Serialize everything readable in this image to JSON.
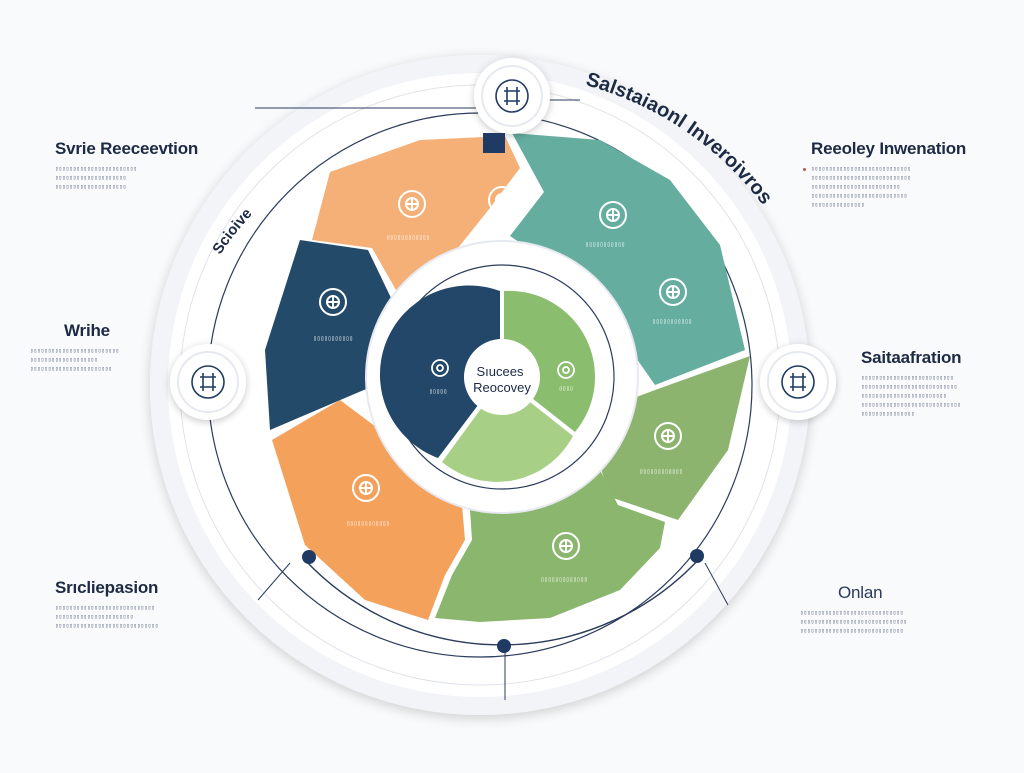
{
  "diagram": {
    "center_label": [
      "Sıucees",
      "Reocovey"
    ],
    "arc_labels": {
      "top_right": "Salstaiaonl Inveroivros",
      "top_left": "Scioive"
    },
    "outer_segments": [
      {
        "id": "top-left-orange",
        "color": "#f5b078",
        "icon": "gear-icon",
        "caption": "▯▯▯▯▯▯▯▯▯▯▯▯"
      },
      {
        "id": "top-right-teal",
        "color": "#64ad9f",
        "icon": "gear-icon",
        "caption": "▯▯▯▯▯▯▯▯▯▯▯"
      },
      {
        "id": "left-navy",
        "color": "#244a69",
        "icon": "gear-icon",
        "caption": "▯▯▯▯▯▯▯▯▯▯▯"
      },
      {
        "id": "right-green",
        "color": "#8cb46e",
        "icon": "gear-icon",
        "caption": "▯▯▯▯▯▯▯▯▯▯▯▯"
      },
      {
        "id": "bottom-left-orange",
        "color": "#f4a15c",
        "icon": "gear-icon",
        "caption": "▯▯▯▯▯▯▯▯▯▯▯▯"
      },
      {
        "id": "bottom-green",
        "color": "#8bb66e",
        "icon": "gear-icon",
        "caption": "▯▯▯▯▯▯▯▯▯▯▯▯▯"
      }
    ],
    "inner_segments": [
      {
        "id": "inner-navy",
        "color": "#224769",
        "caption": "▯▯▯▯▯"
      },
      {
        "id": "inner-green",
        "color": "#8bbd6f",
        "caption": "▯▯▯▯"
      },
      {
        "id": "inner-lightgreen",
        "color": "#a8cf86"
      }
    ],
    "node_icons": [
      "network-icon",
      "network-icon",
      "network-icon"
    ],
    "colors": {
      "navy": "#1f3a63",
      "ring_line": "#2b3c5c",
      "ring_fill": "#ffffff"
    }
  },
  "side_blocks": {
    "top_left": {
      "title": "Svrie Reeceevtion",
      "lines": [
        "▯▯▯▯▯▯▯▯▯▯▯▯▯▯▯▯▯▯▯▯▯▯▯",
        "▯▯▯▯▯▯▯▯▯▯▯▯▯▯▯▯▯▯▯▯",
        "▯▯▯▯▯▯▯▯▯▯▯▯▯▯▯▯▯▯▯▯"
      ]
    },
    "mid_left": {
      "title": "Wrihe",
      "lines": [
        "▯▯▯▯▯▯▯▯▯▯▯▯▯▯▯▯▯▯▯▯▯▯▯▯▯",
        "▯▯▯▯▯▯▯▯▯▯▯▯▯▯▯▯▯▯▯",
        "▯▯▯▯▯▯▯▯▯▯▯▯▯▯▯▯▯▯▯▯▯▯▯"
      ]
    },
    "bottom_left": {
      "title": "Srıcliepasion",
      "lines": [
        "▯▯▯▯▯▯▯▯▯▯▯▯▯▯▯▯▯▯▯▯▯▯▯▯▯▯▯▯",
        "▯▯▯▯▯▯▯▯▯▯▯▯▯▯▯▯▯▯▯▯▯▯",
        "▯▯▯▯▯▯▯▯▯▯▯▯▯▯▯▯▯▯▯▯▯▯▯▯▯▯▯▯▯"
      ]
    },
    "top_right": {
      "title": "Reeoley Inwenation",
      "lines": [
        "▯▯▯▯▯▯▯▯▯▯▯▯▯▯▯▯▯▯▯▯▯▯▯▯▯▯▯▯",
        "▯▯▯▯▯▯▯▯▯▯▯▯▯▯▯▯▯▯▯▯▯▯▯▯▯▯▯▯",
        "▯▯▯▯▯▯▯▯▯▯▯▯▯▯▯▯▯▯▯▯▯▯▯▯▯",
        "▯▯▯▯▯▯▯▯▯▯▯▯▯▯▯▯▯▯▯▯▯▯▯▯▯▯▯",
        "▯▯▯▯▯▯▯▯▯▯▯▯▯▯▯"
      ]
    },
    "mid_right": {
      "title": "Saitaafration",
      "lines": [
        "▯▯▯▯▯▯▯▯▯▯▯▯▯▯▯▯▯▯▯▯▯▯▯▯▯▯",
        "▯▯▯▯▯▯▯▯▯▯▯▯▯▯▯▯▯▯▯▯▯▯▯▯▯▯▯",
        "▯▯▯▯▯▯▯▯▯▯▯▯▯▯▯▯▯▯▯▯▯▯▯▯",
        "▯▯▯▯▯▯▯▯▯▯▯▯▯▯▯▯▯▯▯▯▯▯▯▯▯▯▯▯",
        "▯▯▯▯▯▯▯▯▯▯▯▯▯▯▯"
      ]
    },
    "bottom_right": {
      "title": "Onlan",
      "lines": [
        "▯▯▯▯▯▯▯▯▯▯▯▯▯▯▯▯▯▯▯▯▯▯▯▯▯▯▯▯▯",
        "▯▯▯▯▯▯▯▯▯▯▯▯▯▯▯▯▯▯▯▯▯▯▯▯▯▯▯▯▯▯",
        "▯▯▯▯▯▯▯▯▯▯▯▯▯▯▯▯▯▯▯▯▯▯▯▯▯▯▯▯▯"
      ]
    }
  }
}
